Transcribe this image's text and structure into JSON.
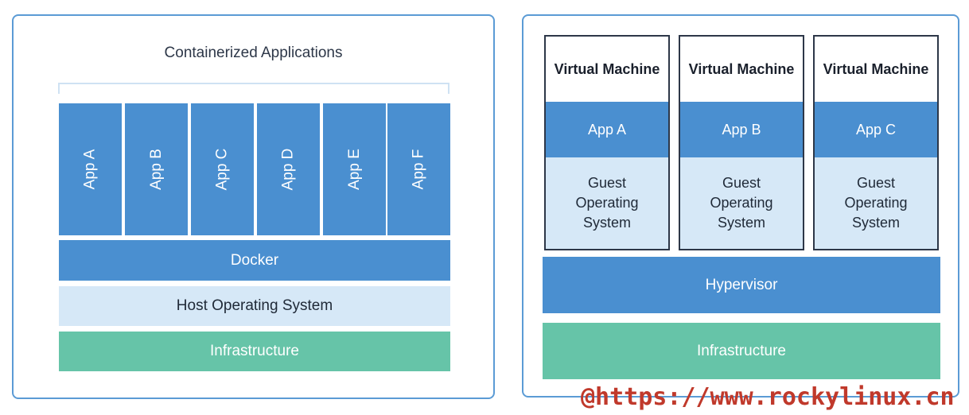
{
  "left": {
    "title": "Containerized Applications",
    "apps": [
      "App A",
      "App B",
      "App C",
      "App D",
      "App E",
      "App F"
    ],
    "docker": "Docker",
    "host_os": "Host Operating System",
    "infrastructure": "Infrastructure"
  },
  "right": {
    "vms": [
      {
        "title": "Virtual Machine",
        "app": "App A",
        "os": "Guest Operating System"
      },
      {
        "title": "Virtual Machine",
        "app": "App B",
        "os": "Guest Operating System"
      },
      {
        "title": "Virtual Machine",
        "app": "App C",
        "os": "Guest Operating System"
      }
    ],
    "hypervisor": "Hypervisor",
    "infrastructure": "Infrastructure"
  },
  "watermark": "@https://www.rockylinux.cn",
  "colors": {
    "border": "#5b9bd5",
    "blue": "#4a8fd0",
    "light_blue": "#d6e8f7",
    "green": "#66c4a8",
    "watermark": "#c0392b"
  }
}
